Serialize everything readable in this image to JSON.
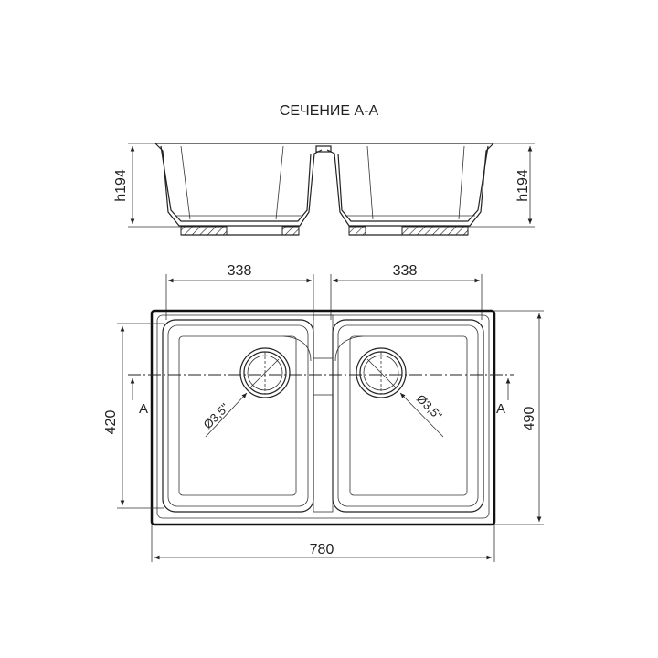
{
  "title": "СЕЧЕНИЕ А-А",
  "section": {
    "height_left": "h194",
    "height_right": "h194"
  },
  "dimensions": {
    "bowl_left_width": "338",
    "bowl_right_width": "338",
    "bowl_depth": "420",
    "overall_depth": "490",
    "overall_width": "780"
  },
  "drains": {
    "left_label": "Ø3,5\"",
    "right_label": "Ø3,5\""
  },
  "section_marks": {
    "left": "A",
    "right": "A"
  }
}
